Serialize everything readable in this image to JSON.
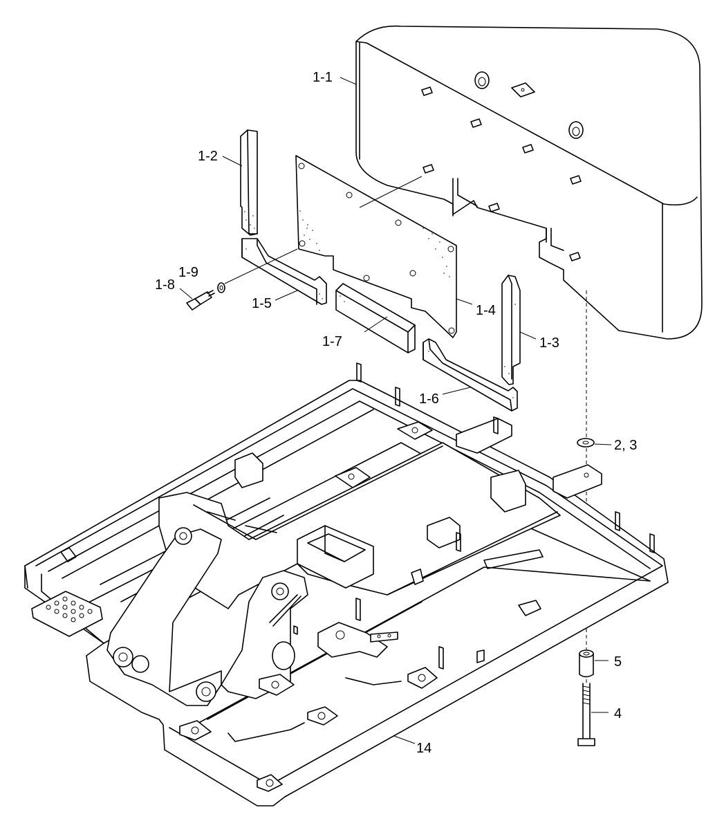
{
  "labels": {
    "p1_1": "1-1",
    "p1_2": "1-2",
    "p1_3": "1-3",
    "p1_4": "1-4",
    "p1_5": "1-5",
    "p1_6": "1-6",
    "p1_7": "1-7",
    "p1_8": "1-8",
    "p1_9": "1-9",
    "p2_3": "2, 3",
    "p4": "4",
    "p5": "5",
    "p14": "14"
  },
  "colors": {
    "line": "#000000",
    "background": "#ffffff",
    "stipple": "#444444"
  }
}
